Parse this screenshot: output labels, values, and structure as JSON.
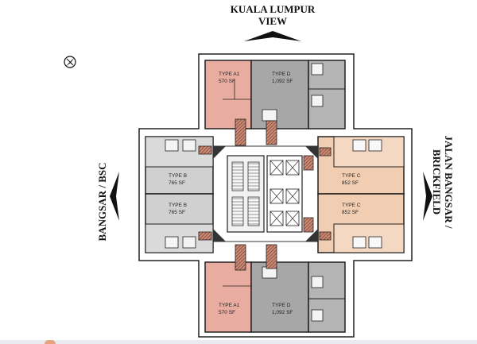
{
  "views": {
    "north_line1": "KUALA LUMPUR",
    "north_line2": "VIEW",
    "west": "BANGSAR / BSC",
    "east_line1": "JALAN BANGSAR /",
    "east_line2": "BRICKFIELD"
  },
  "units": [
    {
      "type": "TYPE A1",
      "area": "570 SF"
    },
    {
      "type": "TYPE D",
      "area": "1,092 SF"
    },
    {
      "type": "TYPE B",
      "area": "765 SF"
    },
    {
      "type": "TYPE B",
      "area": "765 SF"
    },
    {
      "type": "TYPE C",
      "area": "852 SF"
    },
    {
      "type": "TYPE C",
      "area": "852 SF"
    },
    {
      "type": "TYPE A1",
      "area": "570 SF"
    },
    {
      "type": "TYPE D",
      "area": "1,092 SF"
    }
  ],
  "colors": {
    "type_a1": "#e8ada0",
    "type_b": "#d0d0d0",
    "type_c": "#f1cdb1",
    "type_d": "#a7a7a7",
    "core": "#f2f2f2",
    "wall": "#222222",
    "hatch": "#7a3a2a"
  },
  "icons": {
    "north": "north-arrow-icon"
  }
}
